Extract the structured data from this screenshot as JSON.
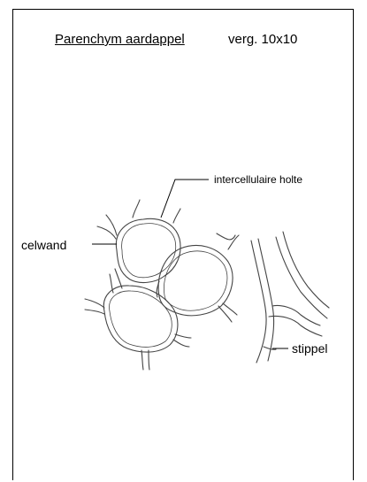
{
  "title": "Parenchym aardappel",
  "magnification": "verg.  10x10",
  "labels": {
    "intercellular_space": "intercellulaire holte",
    "cell_wall": "celwand",
    "pit": "stippel"
  }
}
